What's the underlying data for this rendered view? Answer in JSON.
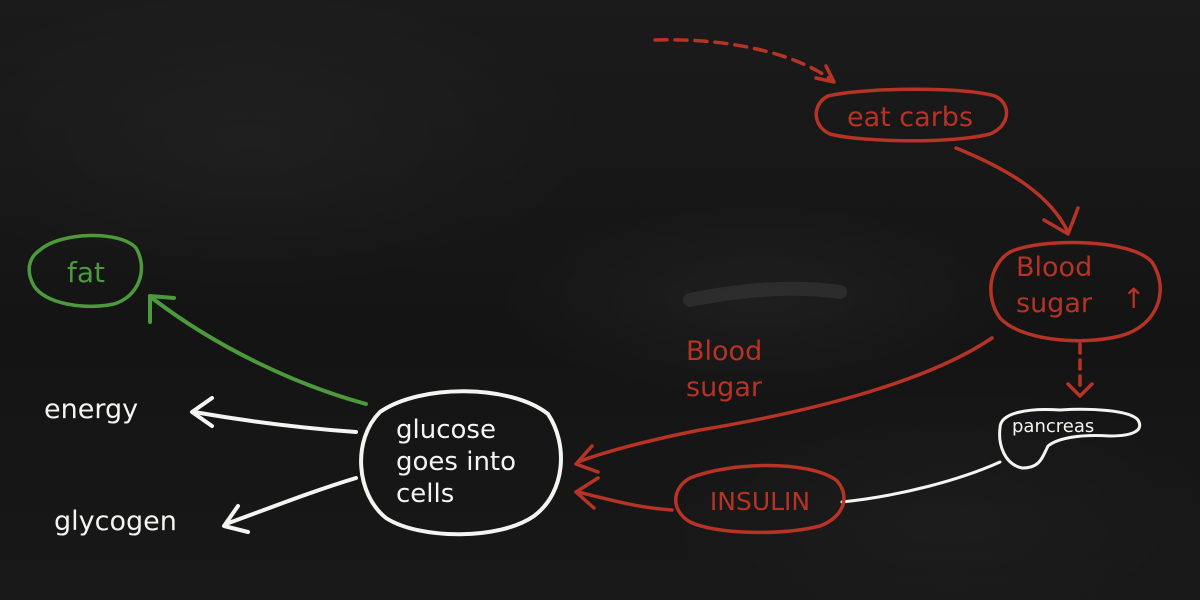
{
  "nodes": {
    "eat_carbs": "eat carbs",
    "blood_sugar_line1": "Blood",
    "blood_sugar_line2": "sugar",
    "blood_sugar_arrow": "↑",
    "pancreas": "pancreas",
    "insulin": "INSULIN",
    "glucose_line1": "glucose",
    "glucose_line2": "goes into",
    "glucose_line3": "cells",
    "fat": "fat",
    "energy": "energy",
    "glycogen": "glycogen"
  },
  "edge_labels": {
    "blood_sugar_line1": "Blood",
    "blood_sugar_line2": "sugar"
  },
  "colors": {
    "red": "#b63325",
    "white": "#f4f4f0",
    "green": "#4c9a3c",
    "chalkboard": "#161616"
  }
}
